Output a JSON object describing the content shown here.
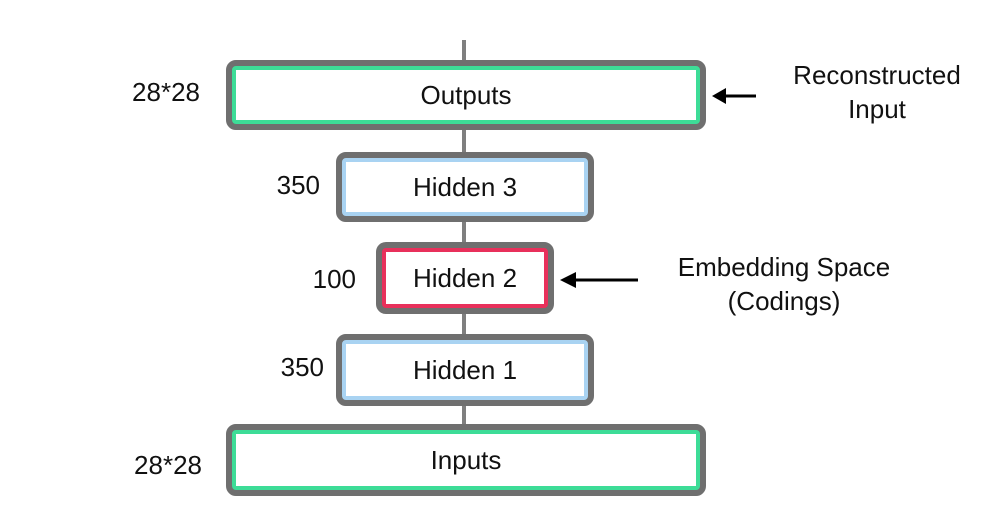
{
  "layers": [
    {
      "label": "Outputs",
      "size": "28*28"
    },
    {
      "label": "Hidden 3",
      "size": "350"
    },
    {
      "label": "Hidden 2",
      "size": "100"
    },
    {
      "label": "Hidden 1",
      "size": "350"
    },
    {
      "label": "Inputs",
      "size": "28*28"
    }
  ],
  "annotations": {
    "reconstructed": {
      "line1": "Reconstructed",
      "line2": "Input"
    },
    "embedding": {
      "line1": "Embedding Space",
      "line2": "(Codings)"
    }
  },
  "colors": {
    "io_accent": "#3ddc97",
    "hidden_accent": "#a9d3f2",
    "embedding_accent": "#e8305b",
    "frame": "#6f6f6f"
  }
}
